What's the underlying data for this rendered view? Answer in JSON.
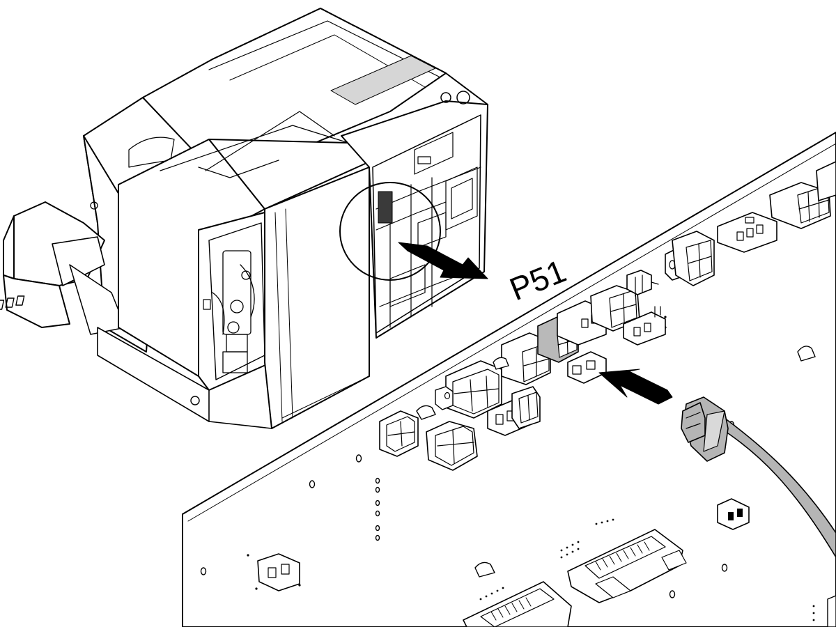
{
  "diagram": {
    "callout_label": "P51",
    "colors": {
      "line": "#000000",
      "background": "#ffffff",
      "highlight_connector": "#b9b9b9",
      "cable": "#b5b5b5",
      "louvre_shade": "#d6d6d6"
    },
    "icons": [
      "machine-cabinet",
      "pcb-board",
      "connector-plug",
      "ribbon-header",
      "arrow"
    ]
  }
}
